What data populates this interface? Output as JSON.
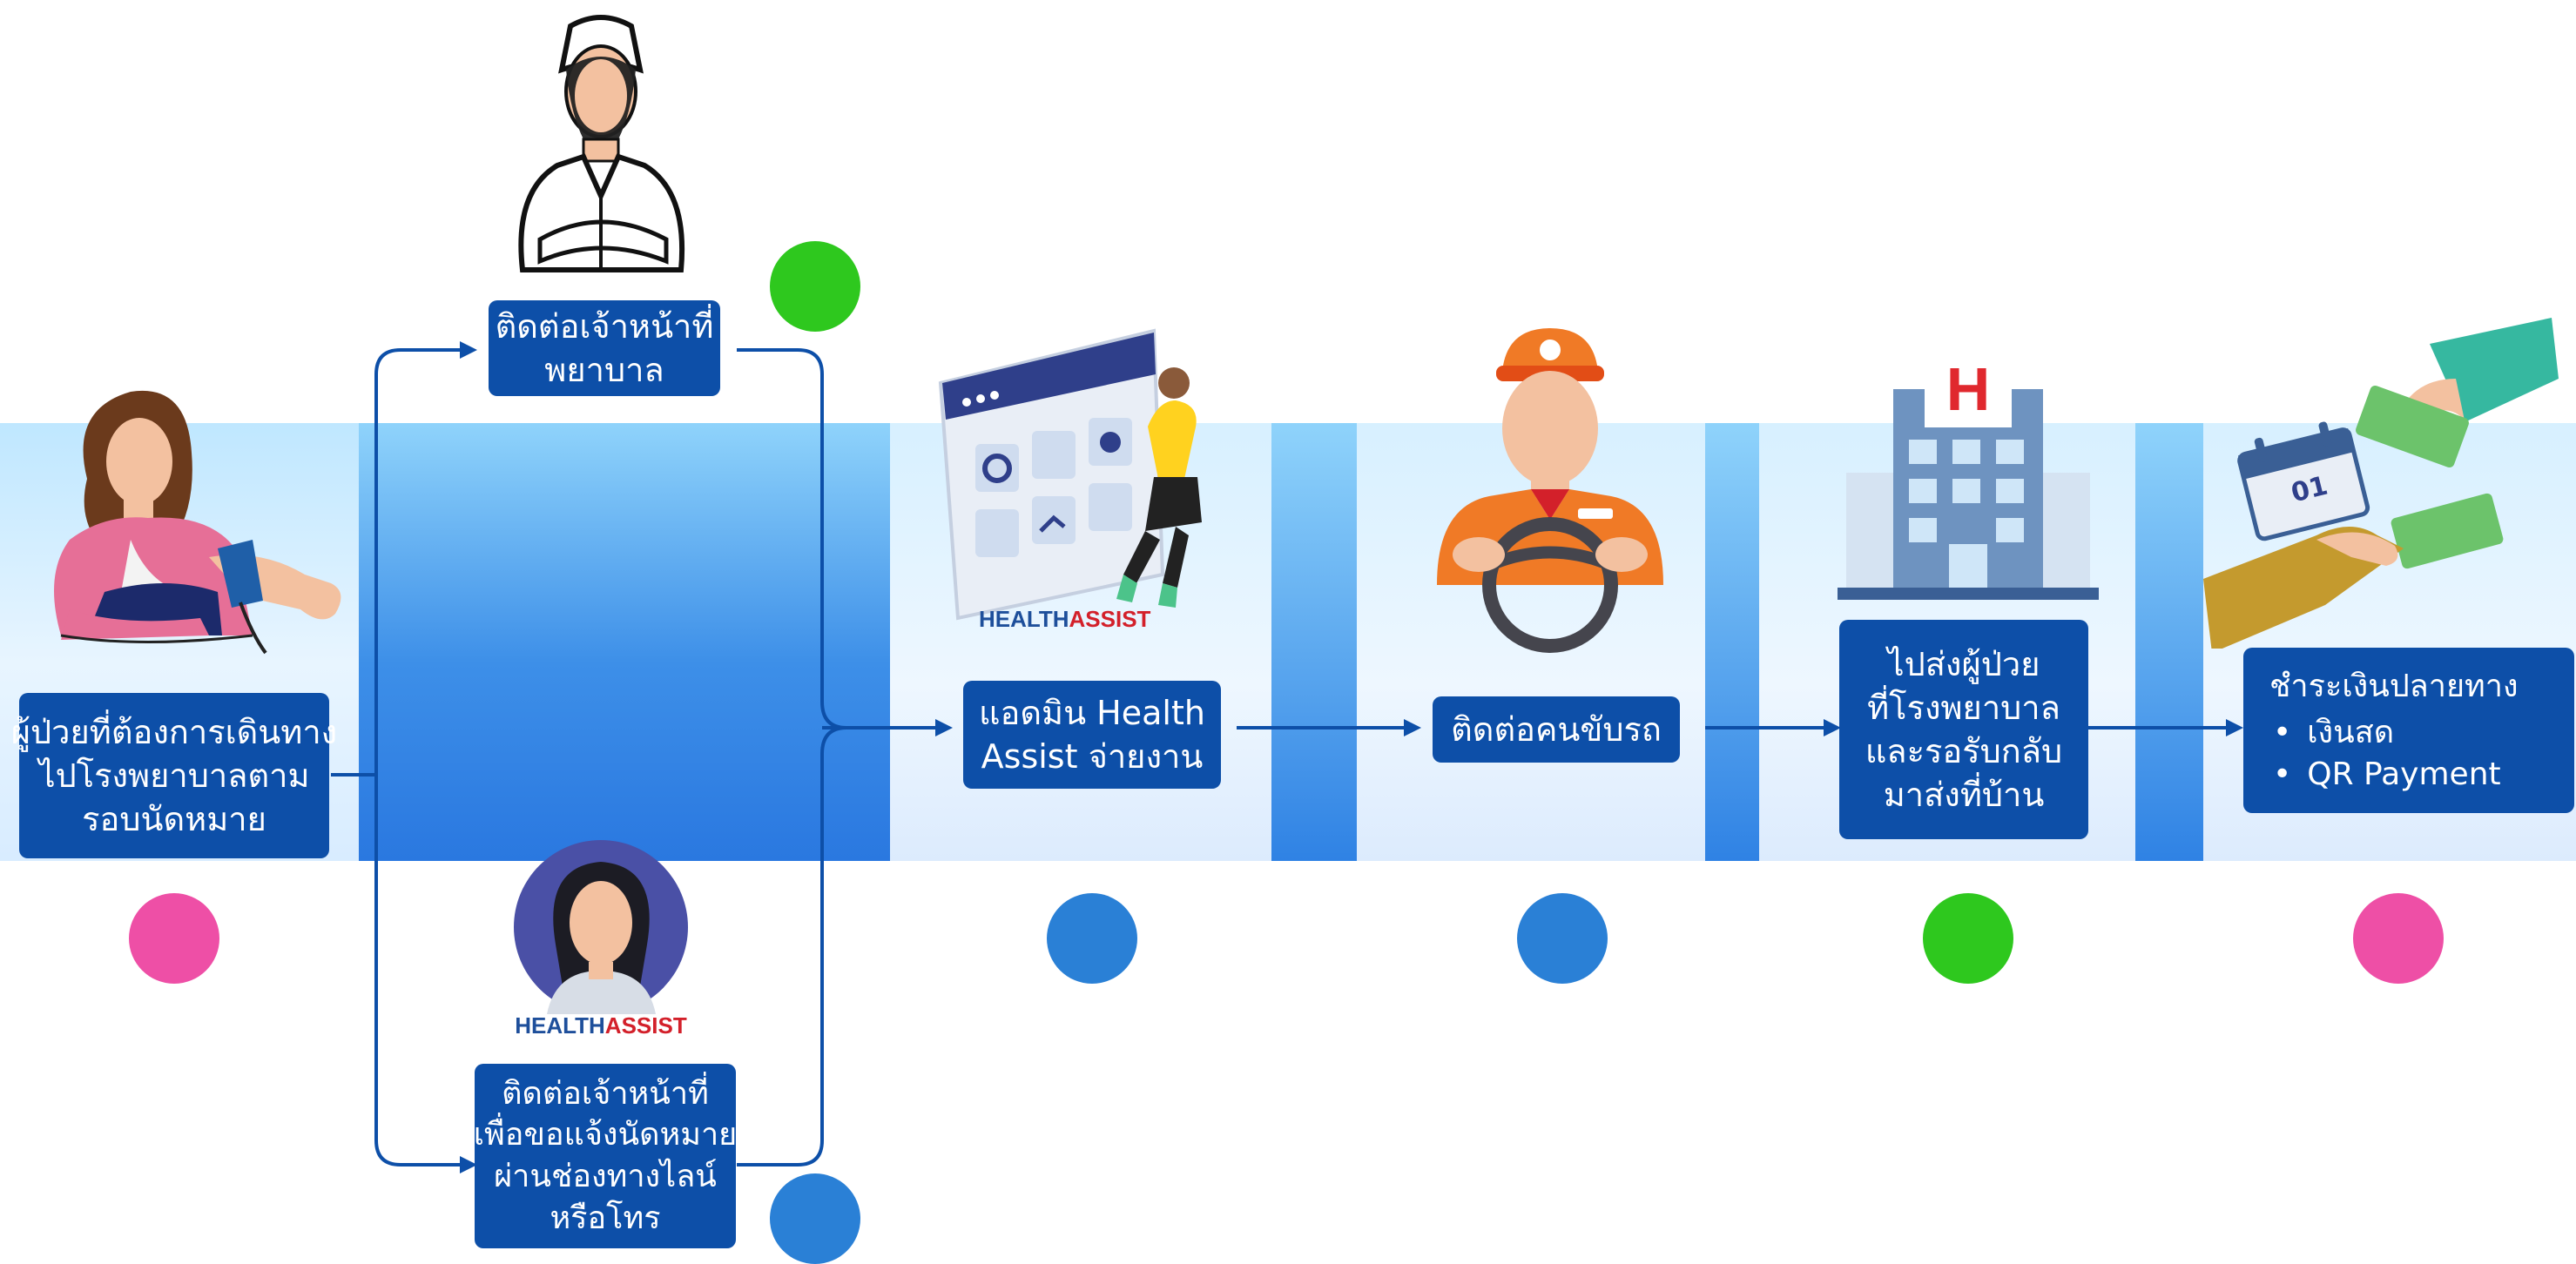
{
  "steps": {
    "patient": {
      "lines": [
        "ผู้ป่วยที่ต้องการเดินทาง",
        "ไปโรงพยาบาลตาม",
        "รอบนัดหมาย"
      ]
    },
    "nurse": {
      "lines": [
        "ติดต่อเจ้าหน้าที่",
        "พยาบาล"
      ]
    },
    "staff": {
      "lines": [
        "ติดต่อเจ้าหน้าที่",
        "เพื่อขอแจ้งนัดหมาย",
        "ผ่านช่องทางไลน์",
        "หรือโทร"
      ]
    },
    "admin": {
      "lines": [
        "แอดมิน Health",
        "Assist จ่ายงาน"
      ]
    },
    "driver": {
      "lines": [
        "ติดต่อคนขับรถ"
      ]
    },
    "hospital": {
      "lines": [
        "ไปส่งผู้ป่วย",
        "ที่โรงพยาบาล",
        "และรอรับกลับ",
        "มาส่งที่บ้าน"
      ]
    },
    "payment": {
      "title": "ชำระเงินปลายทาง",
      "items": [
        "เงินสด",
        "QR Payment"
      ]
    }
  },
  "logo": {
    "word1": "HEALTH",
    "word2": "ASSIST"
  },
  "calendar_text": "01",
  "hospital_sign": "H",
  "colors": {
    "box": "#0d4fa8",
    "connector": "#0d4fa8",
    "pink": "#ee4fa6",
    "blue": "#2a80d6",
    "green": "#2ec81e",
    "logo_red": "#d3202a",
    "logo_blue": "#1e4f9b"
  },
  "dot_colors": [
    "pink",
    "green",
    "blue",
    "blue",
    "blue",
    "green",
    "pink"
  ],
  "icons": [
    "patient-blood-pressure-icon",
    "nurse-icon",
    "staff-avatar-icon",
    "dashboard-admin-icon",
    "driver-icon",
    "hospital-building-icon",
    "cash-payment-icon"
  ]
}
